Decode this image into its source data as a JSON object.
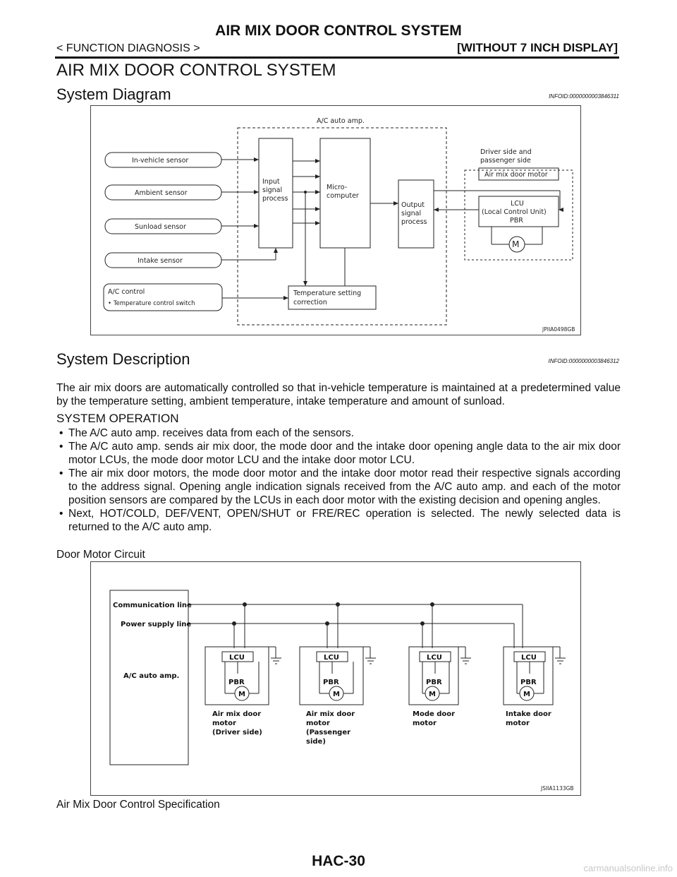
{
  "header": {
    "title": "AIR MIX DOOR CONTROL SYSTEM",
    "breadcrumb": "< FUNCTION DIAGNOSIS >",
    "variant": "[WITHOUT 7 INCH DISPLAY]"
  },
  "section_title": "AIR MIX DOOR CONTROL SYSTEM",
  "system_diagram": {
    "title": "System Diagram",
    "infoid": "INFOID:0000000003846311",
    "figure_code": "JPIIA0498GB",
    "labels": {
      "amp": "A/C auto amp.",
      "in_vehicle": "In-vehicle sensor",
      "ambient": "Ambient sensor",
      "sunload": "Sunload sensor",
      "intake": "Intake sensor",
      "ac_control": "A/C control",
      "temp_switch": "• Temperature control switch",
      "input_1": "Input",
      "input_2": "signal",
      "input_3": "process",
      "micro_1": "Micro-",
      "micro_2": "computer",
      "output_1": "Output",
      "output_2": "signal",
      "output_3": "process",
      "temp_set_1": "Temperature setting",
      "temp_set_2": "correction",
      "driver_1": "Driver side and",
      "driver_2": "passenger side",
      "air_mix_motor": "Air mix door motor",
      "lcu_1": "LCU",
      "lcu_2": "(Local Control Unit)",
      "lcu_3": "PBR",
      "motor": "M"
    }
  },
  "system_description": {
    "title": "System Description",
    "infoid": "INFOID:0000000003846312",
    "intro": "The air mix doors are automatically controlled so that in-vehicle temperature is maintained at a predetermined value by the temperature setting, ambient temperature, intake temperature and amount of sunload.",
    "operation_heading": "SYSTEM OPERATION",
    "bullets": [
      "The A/C auto amp. receives data from each of the sensors.",
      "The A/C auto amp. sends air mix door, the mode door and the intake door opening angle data to the air mix door motor LCUs, the mode door motor LCU and the intake door motor LCU.",
      "The air mix door motors, the mode door motor and the intake door motor read their respective signals according to the address signal. Opening angle indication signals received from the A/C auto amp. and each of the motor position sensors are compared by the LCUs in each door motor with the existing decision and opening angles.",
      "Next, HOT/COLD, DEF/VENT, OPEN/SHUT or FRE/REC operation is selected. The newly selected data is returned to the A/C auto amp."
    ],
    "door_motor_circuit": "Door Motor Circuit",
    "spec_heading": "Air Mix Door Control Specification"
  },
  "circuit_diagram": {
    "figure_code": "JSIIA1133GB",
    "comm_line": "Communication line",
    "power_line": "Power supply line",
    "amp": "A/C auto amp.",
    "lcu": "LCU",
    "pbr": "PBR",
    "motor": "M",
    "motors": [
      {
        "line1": "Air mix door",
        "line2": "motor",
        "line3": "(Driver side)",
        "line4": ""
      },
      {
        "line1": "Air mix door",
        "line2": "motor",
        "line3": "(Passenger",
        "line4": "side)"
      },
      {
        "line1": "Mode door",
        "line2": "motor",
        "line3": "",
        "line4": ""
      },
      {
        "line1": "Intake door",
        "line2": "motor",
        "line3": "",
        "line4": ""
      }
    ]
  },
  "footer": {
    "page": "HAC-30",
    "watermark": "carmanualsonline.info"
  }
}
